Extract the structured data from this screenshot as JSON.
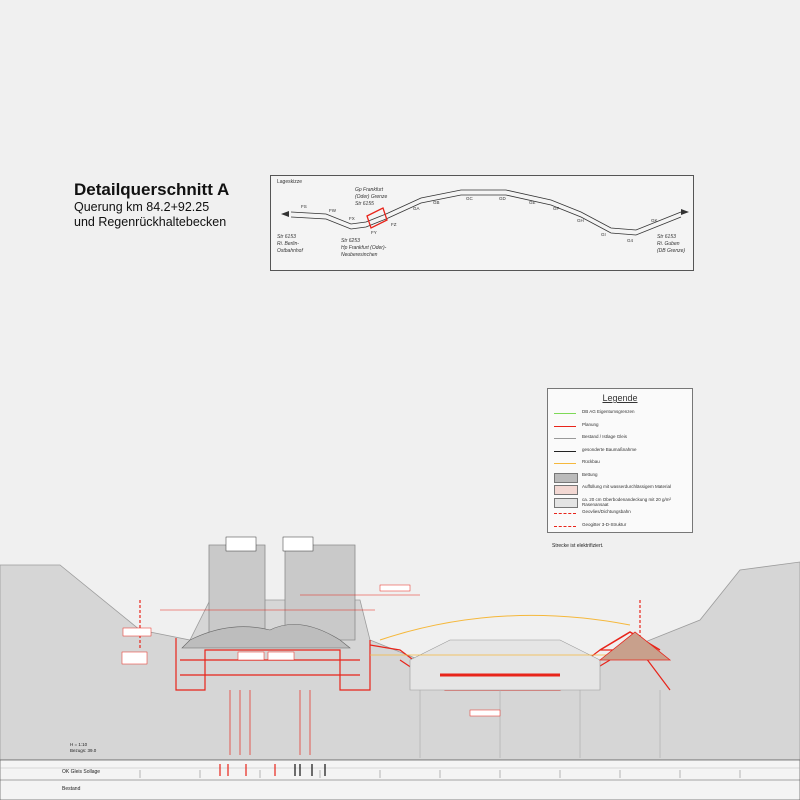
{
  "title": {
    "main": "Detailquerschnitt A",
    "line1": "Querung km 84.2+92.25",
    "line2": "und Regenrückhaltebecken"
  },
  "lageskizze": {
    "heading": "Lageskizze",
    "labels": {
      "west": [
        "Str 6153",
        "Ri. Berlin-",
        "Ostbahnhof"
      ],
      "middle_bottom": [
        "Str 6253",
        "Hp Frankfurt (Oder)-",
        "Neuberesinchen"
      ],
      "middle_top": [
        "Gp Frankfurt",
        "(Oder) Grenze",
        "Str 6155"
      ],
      "east": [
        "Str 6153",
        "Ri. Guben",
        "(DB Grenze)"
      ]
    },
    "segments": [
      "FS",
      "FW",
      "FX",
      "FY",
      "FZ",
      "GA",
      "GB",
      "GC",
      "GD",
      "GE",
      "GF",
      "GH",
      "GI",
      "G4",
      "GK"
    ]
  },
  "legend": {
    "title": "Legende",
    "items": [
      {
        "label": "DB AG Eigentumsgrenzen",
        "color": "#7ed957"
      },
      {
        "label": "Planung",
        "color": "#e8241a"
      },
      {
        "label": "Bestand / Istlage Gleis",
        "color": "#999999"
      },
      {
        "label": "gesonderte Baumaßnahme",
        "color": "#222222"
      },
      {
        "label": "Rückbau",
        "color": "#f5b83c"
      },
      {
        "label": "Bettung"
      },
      {
        "label": "Auffüllung mit wasserdurchlässigem Material"
      },
      {
        "label": "ca. 20 cm Oberbodenandeckung mit 20 g/m² Rasenansaat"
      },
      {
        "label": "Geovlies/Dichtungsbahn",
        "color": "#e8241a"
      },
      {
        "label": "Geogitter 3-D-Struktur",
        "color": "#e8241a"
      }
    ]
  },
  "note": "Strecke ist elektrifiziert.",
  "ruler": {
    "row1": "OK Gleis Sollage",
    "row2": "Bestand"
  },
  "scale": [
    "H = 1:10",
    "Bezugs: 39.0"
  ]
}
